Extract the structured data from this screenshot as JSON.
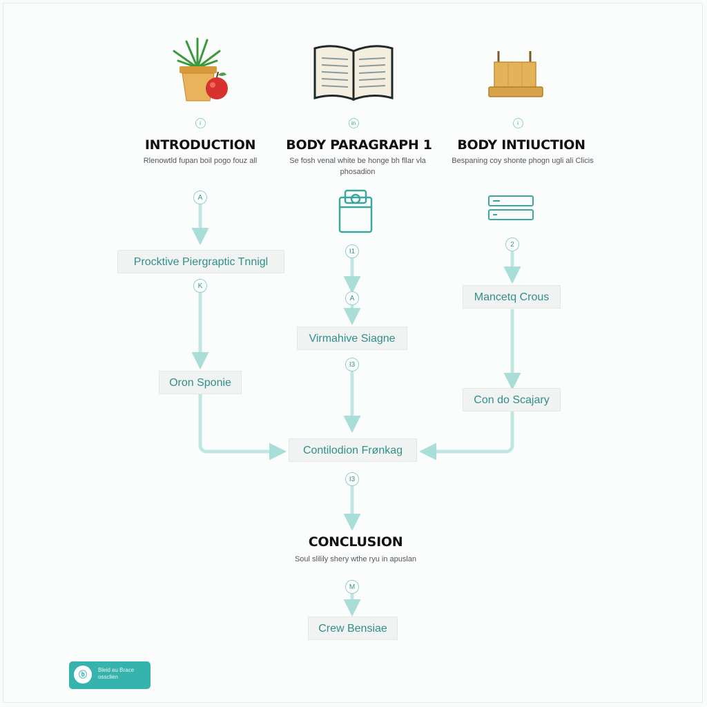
{
  "columns": [
    {
      "icon": "plant-apple-icon",
      "step_dot": "i",
      "heading": "INTRODUCTION",
      "subtext": "Rlenowtld fupan boil pogo fouz all"
    },
    {
      "icon": "open-book-icon",
      "step_dot": "in",
      "heading": "BODY PARAGRAPH 1",
      "subtext": "Se fosh venal white be honge bh fllar vla phosadion"
    },
    {
      "icon": "wooden-box-icon",
      "step_dot": "i",
      "heading": "BODY INTIUCTION",
      "subtext": "Bespaning coy shonte phogn ugli ali Clicis"
    }
  ],
  "left_branch": {
    "dot_1": "A",
    "box_1": "Procktive Piergraptic Tnnigl",
    "dot_2": "K",
    "box_2": "Oron Sponie"
  },
  "middle_branch": {
    "dot_1": "I1",
    "dot_2": "A",
    "box_1": "Virmahive Siagne",
    "dot_3": "I3",
    "merge_box": "Contilodion Frønkag",
    "dot_4": "I3"
  },
  "right_branch": {
    "dot_1": "2",
    "box_1": "Mancetq Crous",
    "box_2": "Con do Scajary"
  },
  "conclusion": {
    "heading": "CONCLUSION",
    "subtext": "Soul slilily shery wthe ryu in apuslan",
    "dot": "M",
    "box": "Crew Bensiae"
  },
  "badge": {
    "logo": "ⓑ",
    "line_1": "Bleid au Brace",
    "line_2": "ossclien"
  },
  "colors": {
    "accent_teal": "#36b3ad",
    "connector": "#a9ddd7",
    "box_text": "#2f8f8b"
  }
}
